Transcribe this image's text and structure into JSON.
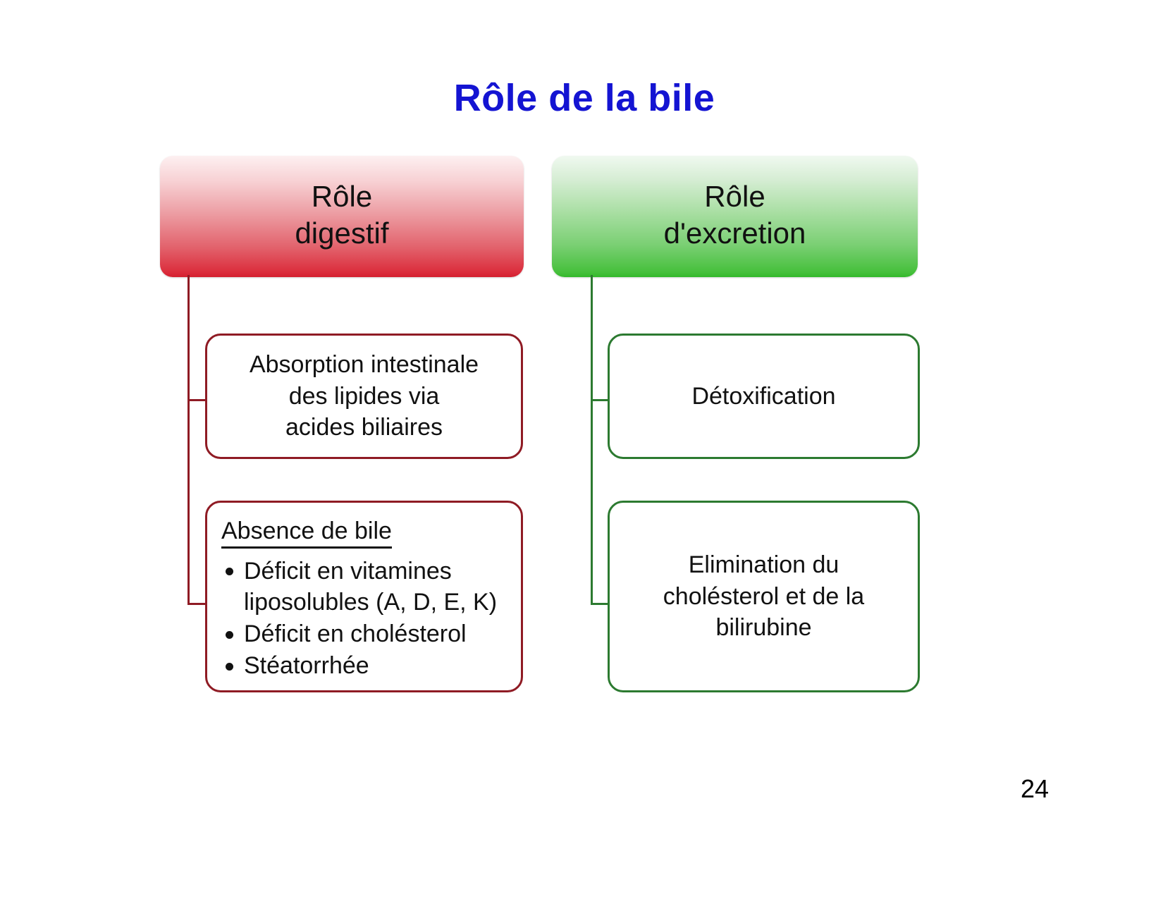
{
  "slide": {
    "title": "Rôle de la bile",
    "title_color": "#1414d2",
    "page_number": "24"
  },
  "diagram": {
    "branches": [
      {
        "id": "digestif",
        "header_line1": "Rôle",
        "header_line2": "digestif",
        "accent_color": "#d4202f",
        "border_color": "#8f1b24",
        "children": [
          {
            "id": "absorption",
            "line1": "Absorption intestinale",
            "line2": "des lipides via",
            "line3": "acides biliaires"
          },
          {
            "id": "absence",
            "heading": "Absence de bile",
            "bullets": [
              "Déficit en vitamines liposolubles (A, D, E, K)",
              "Déficit en cholésterol",
              "Stéatorrhée"
            ]
          }
        ]
      },
      {
        "id": "excretion",
        "header_line1": "Rôle",
        "header_line2": "d'excretion",
        "accent_color": "#33b92b",
        "border_color": "#2c7a30",
        "children": [
          {
            "id": "detoxification",
            "line1": "Détoxification"
          },
          {
            "id": "elimination",
            "line1": "Elimination du",
            "line2": "cholésterol et de la",
            "line3": "bilirubine"
          }
        ]
      }
    ]
  }
}
